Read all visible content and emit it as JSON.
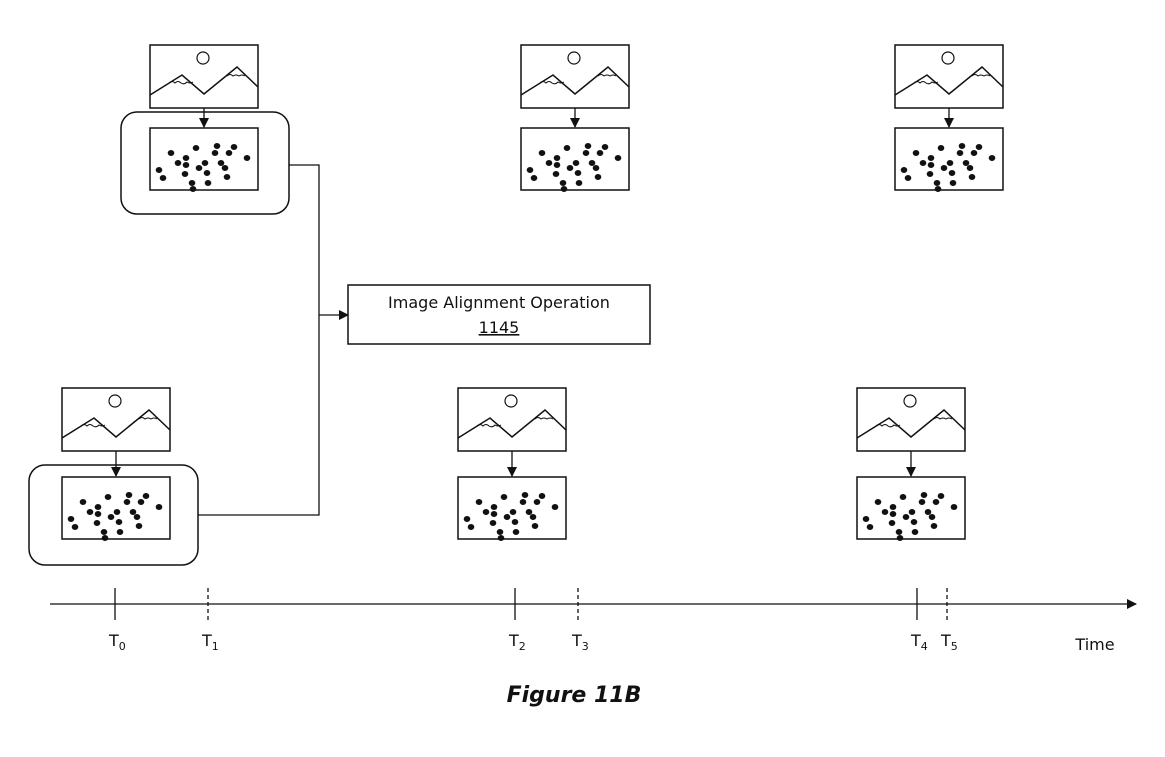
{
  "figure": {
    "caption": "Figure 11B",
    "type": "timing diagram",
    "operation": {
      "label": "Image Alignment Operation",
      "reference": "1145"
    },
    "timeline": {
      "axis_label": "Time",
      "ticks": [
        {
          "label": "T",
          "sub": "0",
          "style": "solid"
        },
        {
          "label": "T",
          "sub": "1",
          "style": "dashed"
        },
        {
          "label": "T",
          "sub": "2",
          "style": "solid"
        },
        {
          "label": "T",
          "sub": "3",
          "style": "dashed"
        },
        {
          "label": "T",
          "sub": "4",
          "style": "solid"
        },
        {
          "label": "T",
          "sub": "5",
          "style": "dashed"
        }
      ]
    },
    "scenes": [
      {
        "row": "top",
        "content": "landscape-picture to feature-point-map",
        "selected": true
      },
      {
        "row": "top",
        "content": "landscape-picture to feature-point-map",
        "selected": false
      },
      {
        "row": "top",
        "content": "landscape-picture to feature-point-map",
        "selected": false
      },
      {
        "row": "bottom",
        "content": "landscape-picture to feature-point-map",
        "selected": true
      },
      {
        "row": "bottom",
        "content": "landscape-picture to feature-point-map",
        "selected": false
      },
      {
        "row": "bottom",
        "content": "landscape-picture to feature-point-map",
        "selected": false
      }
    ]
  }
}
